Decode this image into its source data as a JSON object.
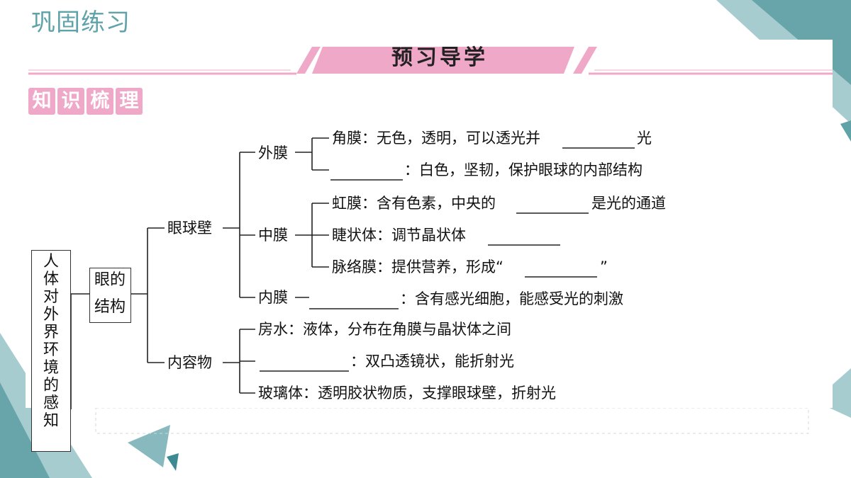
{
  "slide": {
    "title": "巩固练习"
  },
  "banner": {
    "title": "预习导学"
  },
  "section": {
    "chars": [
      "知",
      "识",
      "梳",
      "理"
    ]
  },
  "colors": {
    "teal": "#5fa2a8",
    "pink": "#f0a8c8",
    "deep_teal": "#3e8a93"
  },
  "tree": {
    "root": "人体对外界环境的感知",
    "level1": "眼的结构",
    "branches": {
      "eyeball_wall": "眼球壁",
      "contents": "内容物"
    },
    "outer": "外膜",
    "middle": "中膜",
    "inner": "内膜",
    "items": {
      "cornea_before": "角膜：无色，透明，可以透光并",
      "cornea_after": "光",
      "sclera_after": "：白色，坚韧，保护眼球的内部结构",
      "iris_before": "虹膜：含有色素，中央的",
      "iris_after": "是光的通道",
      "ciliary": "睫状体：调节晶状体",
      "choroid_before": "脉络膜：提供营养，形成“",
      "choroid_after": "”",
      "inner_after": "：含有感光细胞，能感受光的刺激",
      "aqueous": "房水：液体，分布在角膜与晶状体之间",
      "lens_after": "：双凸透镜状，能折射光",
      "vitreous": "玻璃体：透明胶状物质，支撑眼球壁，折射光"
    }
  }
}
